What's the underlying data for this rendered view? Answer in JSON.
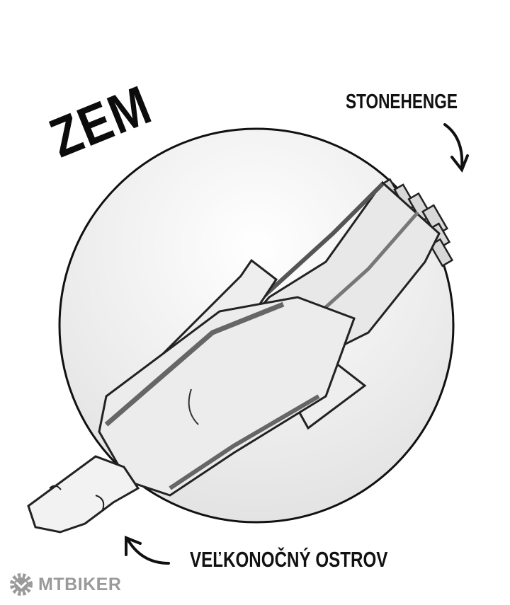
{
  "title": "ZEM",
  "labels": {
    "stonehenge": "STONEHENGE",
    "easter_island": "VEĽKONOČNÝ OSTROV"
  },
  "watermark": {
    "text": "MTBIKER",
    "icon": "gear-logo-icon"
  },
  "colors": {
    "ink": "#111111",
    "figure_fill": "#e6e6e6",
    "shadow": "#8c8c8c",
    "watermark": "#9a9a9a"
  }
}
